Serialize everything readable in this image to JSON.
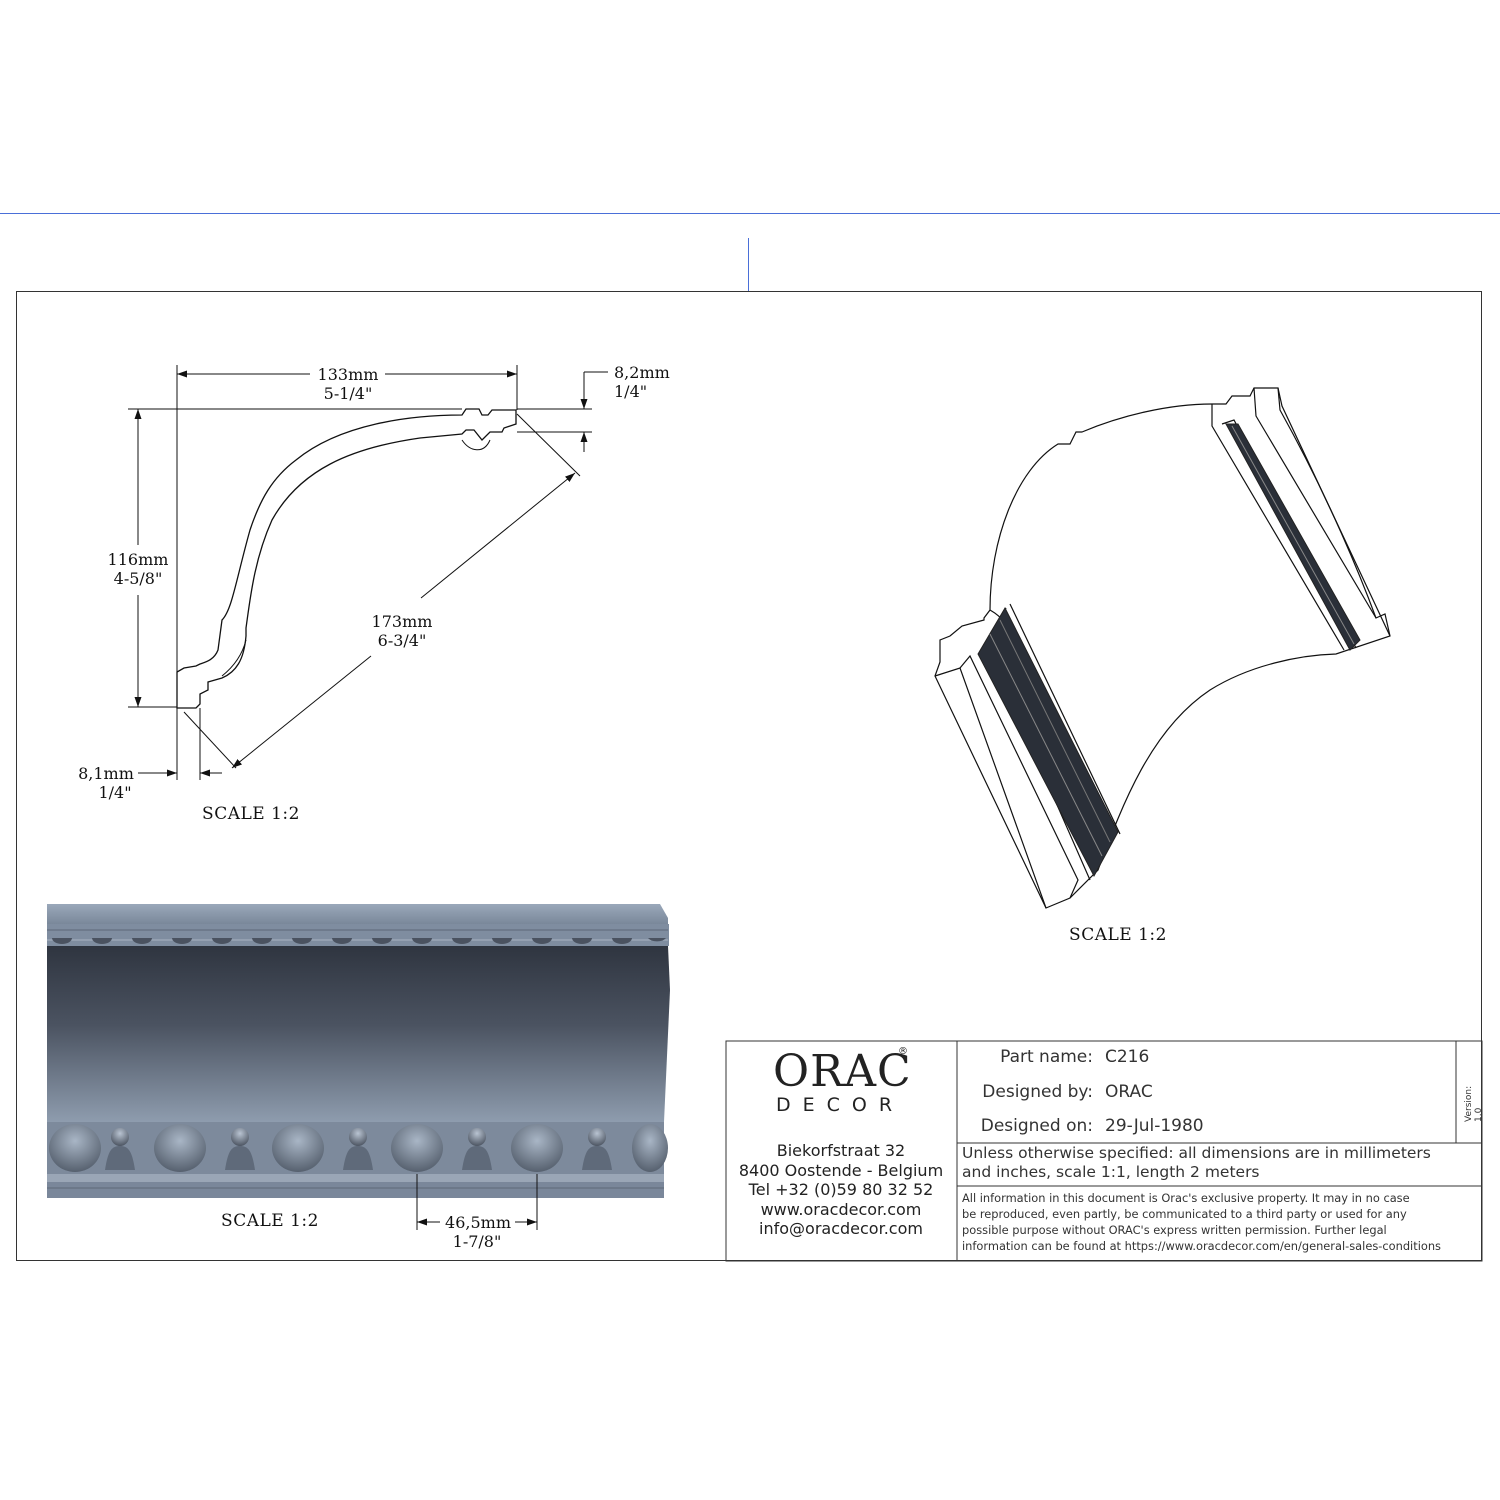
{
  "drawing": {
    "profile": {
      "width_mm": "133mm",
      "width_in": "5-1/4\"",
      "height_mm": "116mm",
      "height_in": "4-5/8\"",
      "diag_mm": "173mm",
      "diag_in": "6-3/4\"",
      "top_lip_mm": "8,2mm",
      "top_lip_in": "1/4\"",
      "bottom_lip_mm": "8,1mm",
      "bottom_lip_in": "1/4\"",
      "scale": "SCALE  1:2"
    },
    "iso_view": {
      "scale": "SCALE  1:2"
    },
    "render_view": {
      "scale": "SCALE  1:2",
      "pitch_mm": "46,5mm",
      "pitch_in": "1-7/8\""
    }
  },
  "title_block": {
    "logo": {
      "word": "ORAC",
      "sub": "DECOR",
      "mark": "®"
    },
    "address": [
      "Biekorfstraat 32",
      "8400 Oostende - Belgium",
      "Tel  +32 (0)59 80 32 52",
      "www.oracdecor.com",
      "info@oracdecor.com"
    ],
    "part_name_label": "Part name:",
    "part_name": "C216",
    "designed_by_label": "Designed by:",
    "designed_by": "ORAC",
    "designed_on_label": "Designed on:",
    "designed_on": "29-Jul-1980",
    "version": "Version: 1.0",
    "note_line1": "Unless otherwise specified: all dimensions are in millimeters",
    "note_line2": "and inches, scale 1:1, length 2 meters",
    "legal": [
      "All information in this document is Orac's exclusive property.  It may in no case",
      "be reproduced, even partly, be communicated to a third party or used for any",
      "possible purpose without ORAC's express written permission. Further legal",
      "information can be found at https://www.oracdecor.com/en/general-sales-conditions"
    ]
  },
  "colors": {
    "guide_line": "#4a6fd8",
    "render_top": "#8796a8",
    "render_dark": "#323844",
    "render_light": "#8f9db0"
  }
}
